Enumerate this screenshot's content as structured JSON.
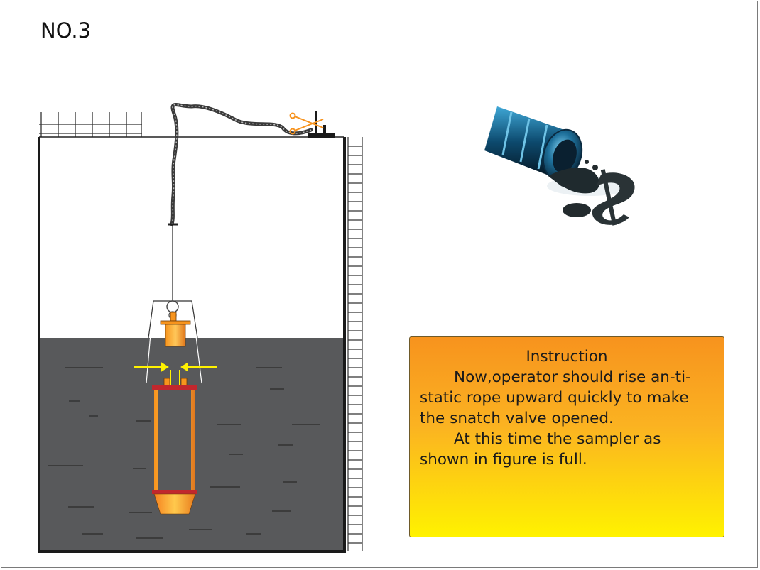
{
  "page": {
    "title": "NO.3"
  },
  "instruction": {
    "heading": "Instruction",
    "paragraphs": [
      "Now,operator should rise an-ti-static rope upward quickly to make the snatch valve opened.",
      "At this time the sampler as shown in figure is full."
    ]
  },
  "colors": {
    "oil": "#58595b",
    "box_top": "#f7931e",
    "box_bottom": "#fff200",
    "sampler": "#f7941d",
    "arrow": "#fff200",
    "scissors": "#f7931e"
  },
  "icons": [
    "scissors-icon",
    "oil-barrel-dollar-icon"
  ]
}
